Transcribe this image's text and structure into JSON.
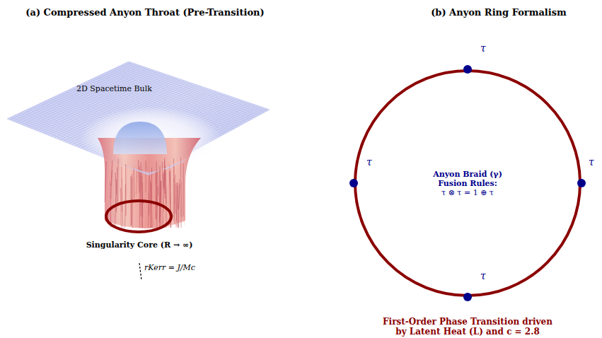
{
  "diagram": {
    "caption": "First-Order Phase Transition driven by Latent Heat (L) and c = 2.8",
    "nodes": [
      {
        "text": [
          "Anyon Braid (γ)",
          "Fusion Rules:",
          "τ ⊗ τ = 1 ⊕ τ"
        ]
      },
      {
        "text": [
          "τ"
        ]
      },
      {
        "text": [
          "τ"
        ]
      },
      {
        "text": [
          "τ"
        ]
      },
      {
        "text": [
          "τ"
        ]
      }
    ],
    "labels": [
      "(a) Compressed Anyon Throat (Pre-Transition)",
      "(b) Anyon Ring Formalism",
      "2D Spacetime Bulk",
      "Singularity Core (R → ∞)",
      "rKerr = J/Mc"
    ]
  }
}
